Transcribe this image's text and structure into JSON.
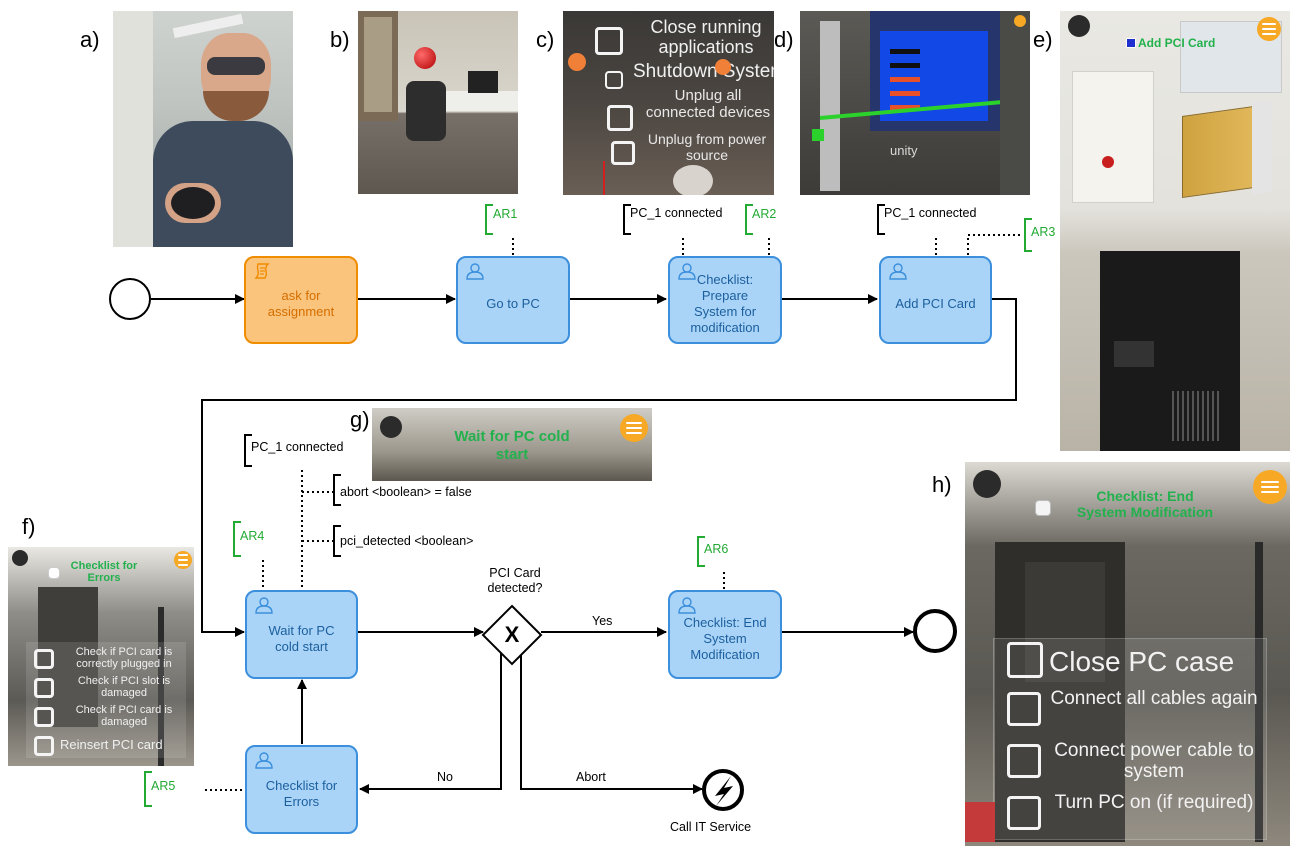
{
  "panels": {
    "a": {
      "label": "a)"
    },
    "b": {
      "label": "b)"
    },
    "c": {
      "label": "c)",
      "items": [
        "Close running applications",
        "Shutdown System",
        "Unplug all connected devices",
        "Unplug from power source"
      ]
    },
    "d": {
      "label": "d)",
      "brand": "unity"
    },
    "e": {
      "label": "e)",
      "title": "Add PCI Card"
    },
    "f": {
      "label": "f)",
      "title": "Checklist for Errors",
      "items": [
        "Check if PCI card is correctly plugged in",
        "Check if PCI slot is damaged",
        "Check if PCI card is damaged",
        "Reinsert PCI card"
      ]
    },
    "g": {
      "label": "g)",
      "title_line1": "Wait for PC cold",
      "title_line2": "start"
    },
    "h": {
      "label": "h)",
      "title_line1": "Checklist: End",
      "title_line2": "System Modification",
      "items": [
        "Close PC case",
        "Connect all cables again",
        "Connect power cable to system",
        "Turn PC on (if required)"
      ]
    }
  },
  "diagram": {
    "tasks": {
      "ask": "ask for assignment",
      "goto": "Go to PC",
      "prepare": "Checklist: Prepare System for modification",
      "addpci": "Add PCI Card",
      "wait": "Wait for PC cold start",
      "endmod": "Checklist: End System Modification",
      "errors": "Checklist for Errors"
    },
    "annotations": {
      "pc1_a": "PC_1 connected",
      "pc1_b": "PC_1 connected",
      "pc1_c": "PC_1 connected",
      "abort_var": "abort <boolean> = false",
      "pci_var": "pci_detected <boolean>"
    },
    "ar_labels": {
      "ar1": "AR1",
      "ar2": "AR2",
      "ar3": "AR3",
      "ar4": "AR4",
      "ar5": "AR5",
      "ar6": "AR6"
    },
    "gateway_label": "PCI Card detected?",
    "gateway_symbol": "X",
    "edges": {
      "yes": "Yes",
      "no": "No",
      "abort": "Abort"
    },
    "call_it": "Call IT Service"
  },
  "colors": {
    "user_task_fill": "#a9d4f7",
    "user_task_border": "#3c8fdc",
    "script_task_fill": "#fbc47c",
    "script_task_border": "#f08c00",
    "ar_green": "#22aa33"
  }
}
